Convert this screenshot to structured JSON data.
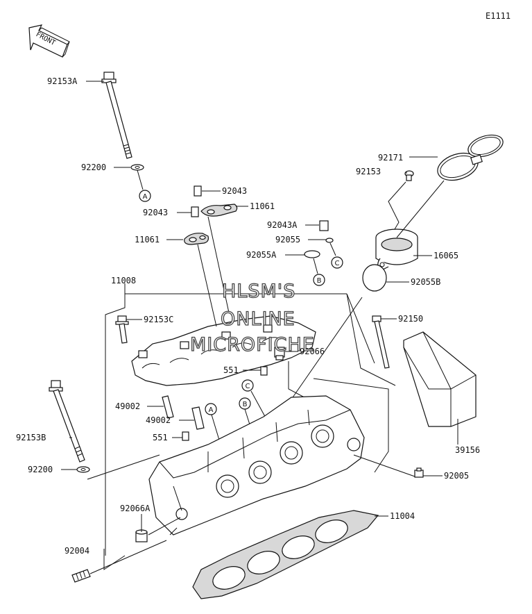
{
  "diagram_code": "E1111",
  "direction_label": "FRONT",
  "watermark": [
    "HLSM'S",
    "ONLINE",
    "MICROFICHE"
  ],
  "callouts": {
    "A": "A",
    "B": "B",
    "C": "C"
  },
  "parts": [
    {
      "id": "p_92153A",
      "number": "92153A"
    },
    {
      "id": "p_92200_top",
      "number": "92200"
    },
    {
      "id": "p_92043_a",
      "number": "92043"
    },
    {
      "id": "p_92043_b",
      "number": "92043"
    },
    {
      "id": "p_11061_a",
      "number": "11061"
    },
    {
      "id": "p_11061_b",
      "number": "11061"
    },
    {
      "id": "p_92171",
      "number": "92171"
    },
    {
      "id": "p_92153",
      "number": "92153"
    },
    {
      "id": "p_92043A",
      "number": "92043A"
    },
    {
      "id": "p_92055",
      "number": "92055"
    },
    {
      "id": "p_92055A",
      "number": "92055A"
    },
    {
      "id": "p_16065",
      "number": "16065"
    },
    {
      "id": "p_92055B",
      "number": "92055B"
    },
    {
      "id": "p_11008",
      "number": "11008"
    },
    {
      "id": "p_92153C",
      "number": "92153C"
    },
    {
      "id": "p_92150",
      "number": "92150"
    },
    {
      "id": "p_92066",
      "number": "92066"
    },
    {
      "id": "p_551_a",
      "number": "551"
    },
    {
      "id": "p_49002_a",
      "number": "49002"
    },
    {
      "id": "p_49002_b",
      "number": "49002"
    },
    {
      "id": "p_551_b",
      "number": "551"
    },
    {
      "id": "p_92153B",
      "number": "92153B"
    },
    {
      "id": "p_39156",
      "number": "39156"
    },
    {
      "id": "p_92200_bot",
      "number": "92200"
    },
    {
      "id": "p_92005",
      "number": "92005"
    },
    {
      "id": "p_92066A",
      "number": "92066A"
    },
    {
      "id": "p_11004",
      "number": "11004"
    },
    {
      "id": "p_92004",
      "number": "92004"
    }
  ]
}
